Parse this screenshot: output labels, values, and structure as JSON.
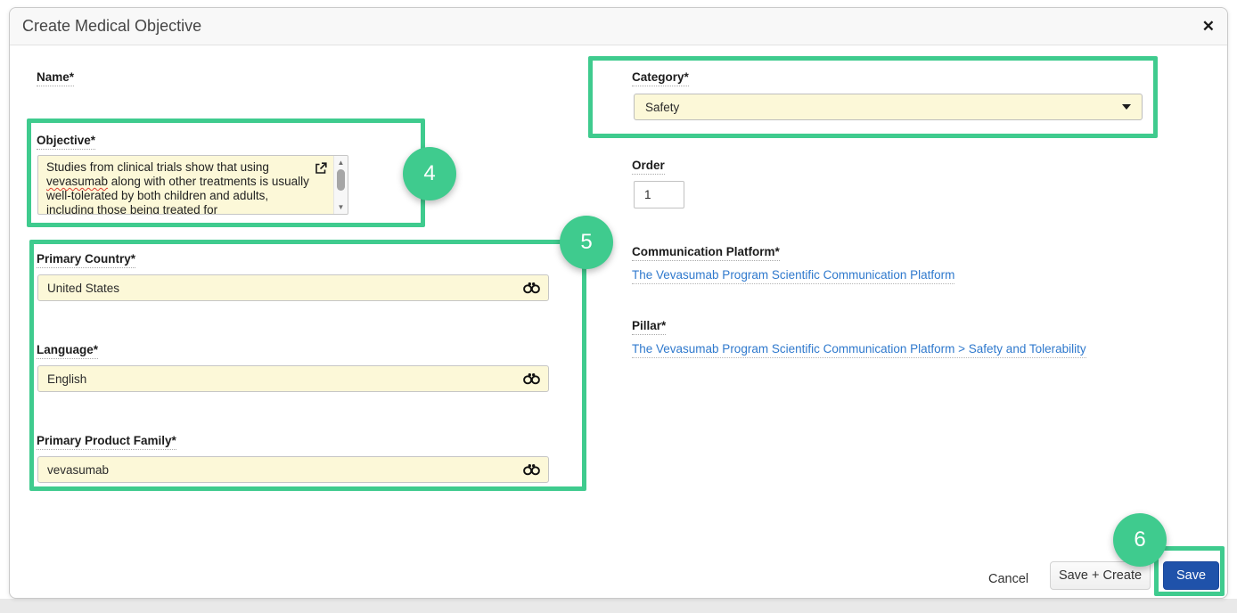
{
  "window": {
    "title": "Create Medical Objective"
  },
  "icons": {
    "close": "✕",
    "scroll_up": "▲",
    "scroll_down": "▼"
  },
  "form": {
    "name": {
      "label": "Name*"
    },
    "objective": {
      "label": "Objective*",
      "text_before": "Studies from clinical trials show that using ",
      "spellcheck_word": "vevasumab",
      "text_after": " along with other treatments is usually well-tolerated by both children and adults, including those being treated for"
    },
    "primary_country": {
      "label": "Primary Country*",
      "value": "United States"
    },
    "language": {
      "label": "Language*",
      "value": "English"
    },
    "primary_product_family": {
      "label": "Primary Product Family*",
      "value": "vevasumab"
    },
    "category": {
      "label": "Category*",
      "value": "Safety"
    },
    "order": {
      "label": "Order",
      "value": "1"
    },
    "communication_platform": {
      "label": "Communication Platform*",
      "link_text": "The Vevasumab Program Scientific Communication Platform"
    },
    "pillar": {
      "label": "Pillar*",
      "link_text": "The Vevasumab Program Scientific Communication Platform > Safety and Tolerability"
    }
  },
  "footer": {
    "cancel_label": "Cancel",
    "save_create_label": "Save + Create",
    "save_label": "Save"
  },
  "annotations": {
    "step_4": "4",
    "step_5": "5",
    "step_6": "6"
  },
  "colors": {
    "annotation_green": "#3fcb8e",
    "field_yellow": "#fcf8d8",
    "save_button_blue": "#1f52aa",
    "link_blue": "#2f79cd"
  }
}
